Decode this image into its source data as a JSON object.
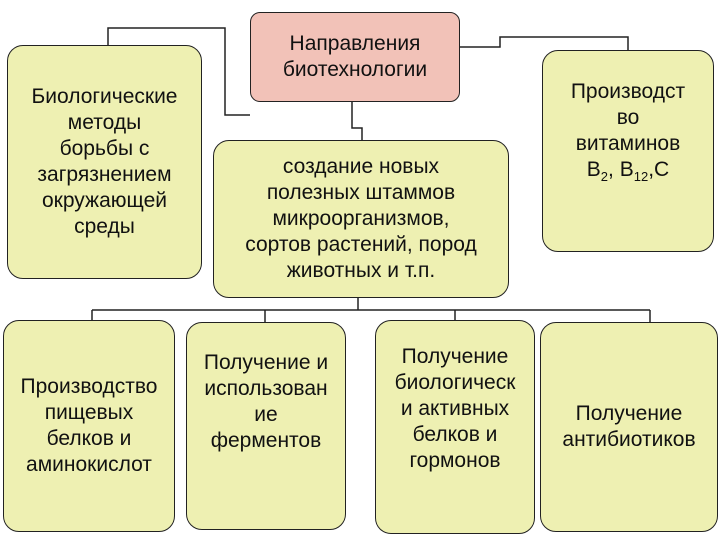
{
  "diagram": {
    "root": {
      "label": "Направления\nбиотехнологии"
    },
    "left_top": {
      "label": "Биологические\nметоды\nборьбы с\nзагрязнением\nокружающей\nсреды"
    },
    "center_mid": {
      "label": "создание новых\nполезных штаммов\nмикроорганизмов,\nсортов растений, пород\nживотных и т.п."
    },
    "right_top": {
      "line1": "Производст",
      "line2": "во",
      "line3": "витаминов",
      "vitamin_b": "В",
      "sub_2": "2",
      "sep1": ", В",
      "sub_12": "12",
      "sep2": ",С"
    },
    "bottom": [
      {
        "label": "Производство\nпищевых\nбелков и\nаминокислот"
      },
      {
        "label": "Получение и\nиспользован\nие\nферментов"
      },
      {
        "label": "Получение\nбиологическ\nи активных\nбелков и\nгормонов"
      },
      {
        "label": "Получение\nантибиотиков"
      }
    ],
    "colors": {
      "box_fill": "#eef0b2",
      "root_fill": "#f2c2b8",
      "line": "#222222"
    }
  }
}
